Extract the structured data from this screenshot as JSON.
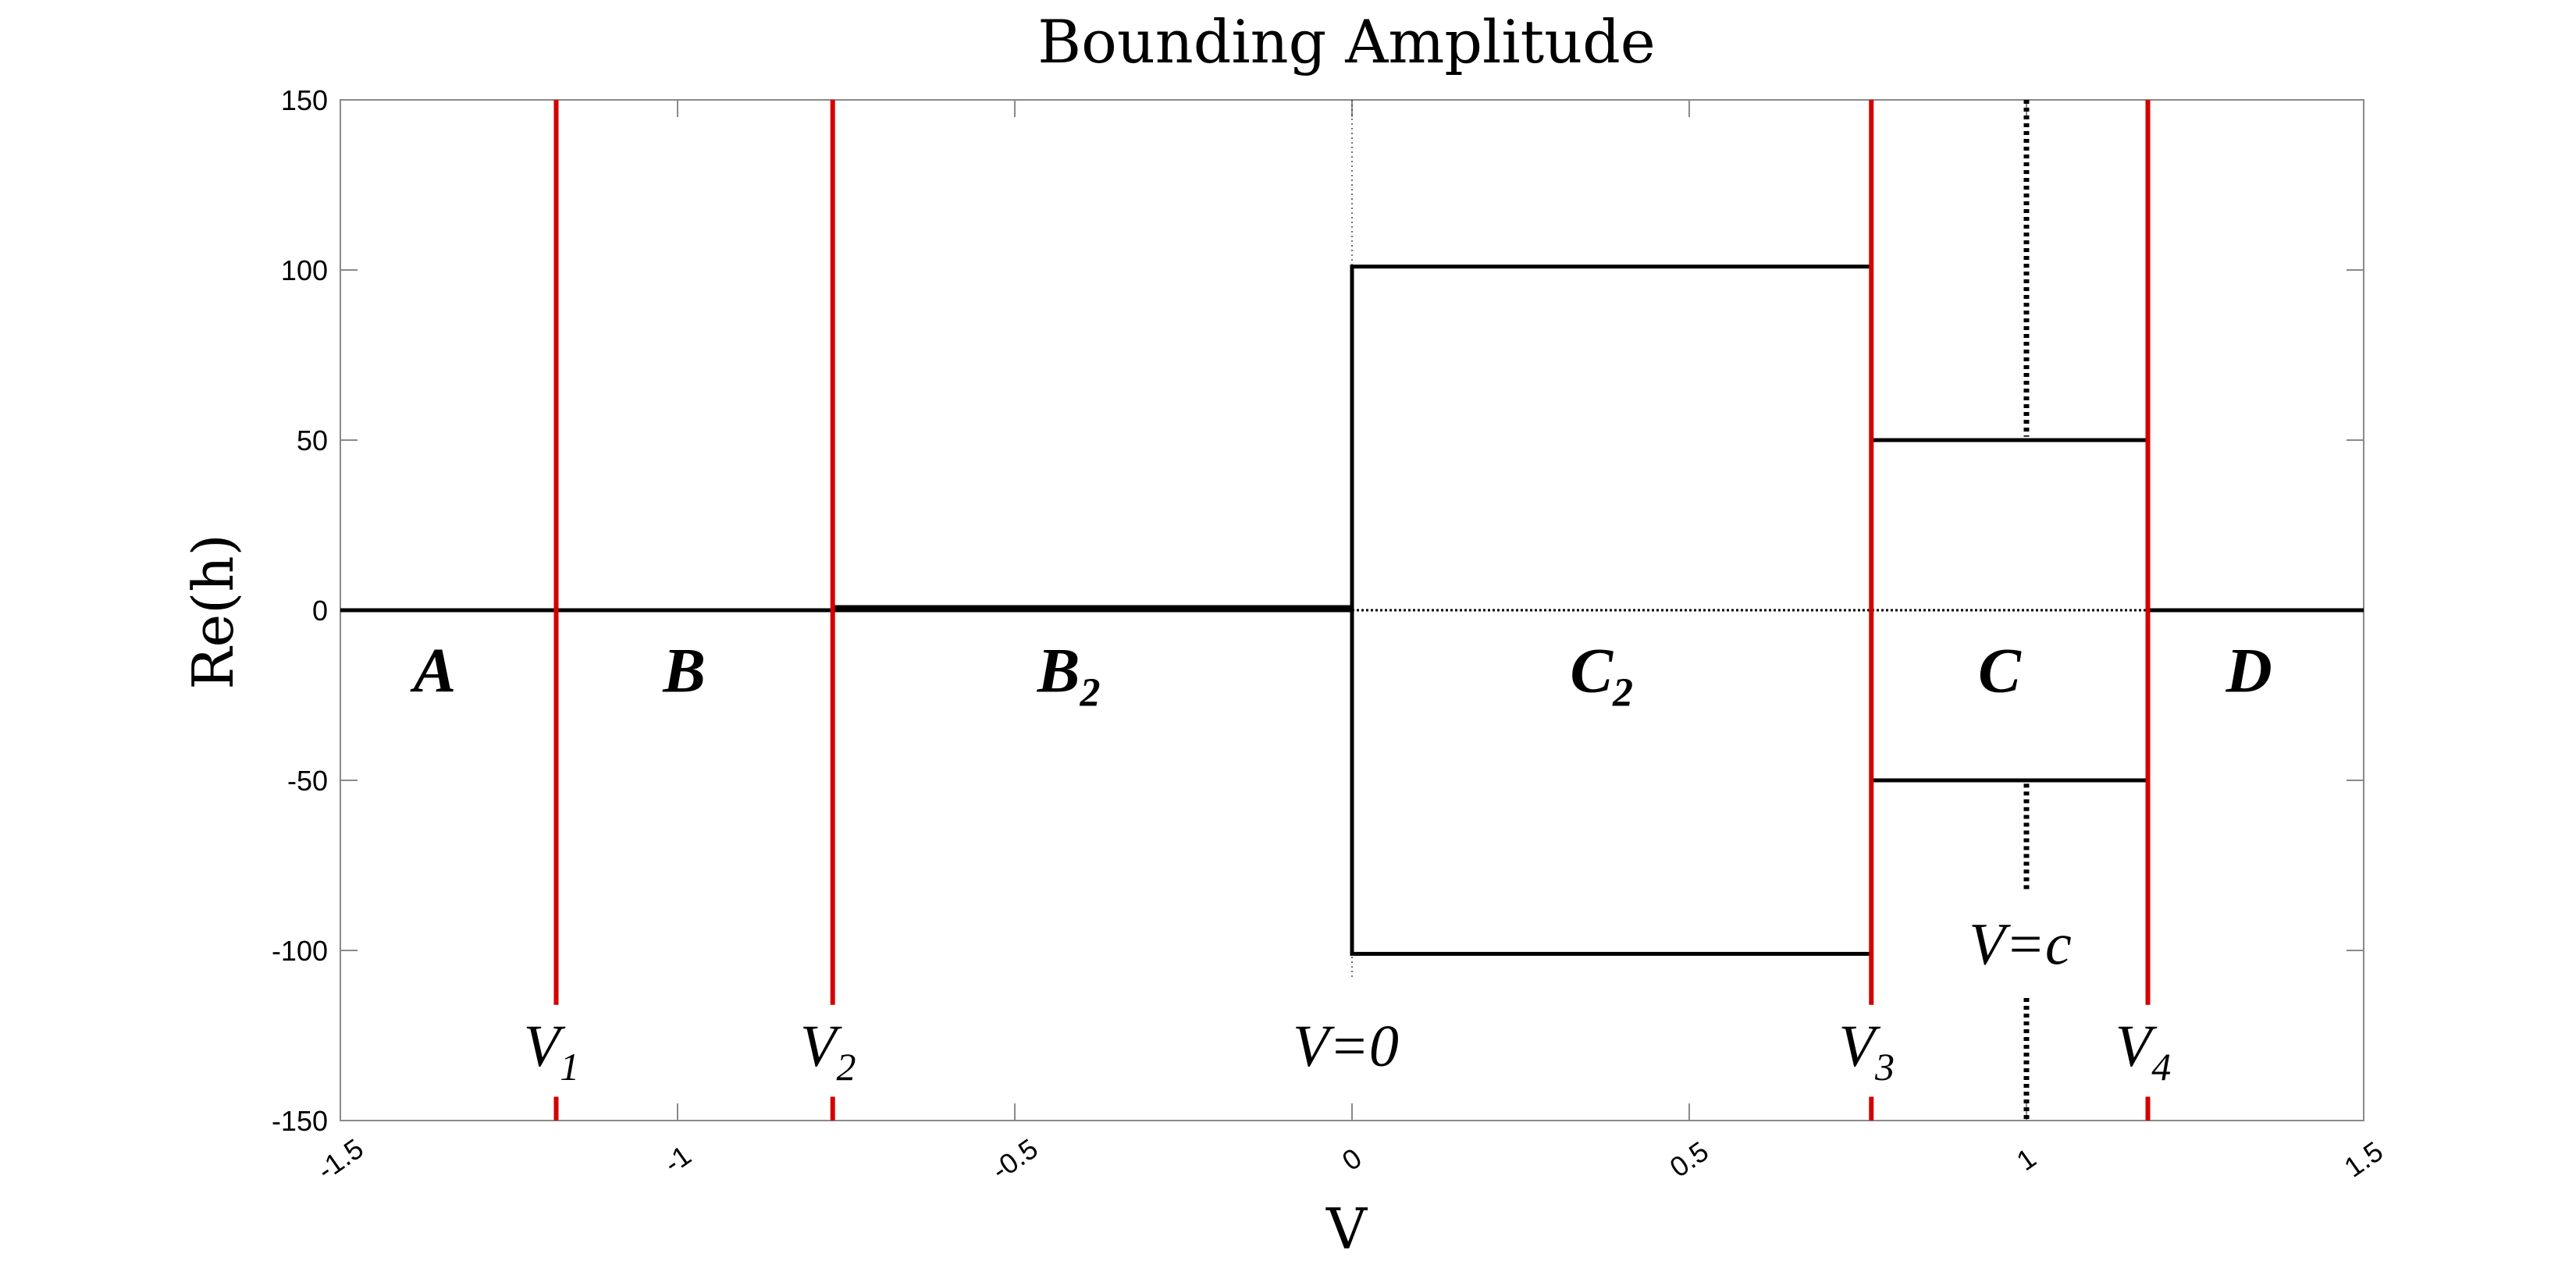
{
  "chart_data": {
    "type": "line",
    "title": "Bounding Amplitude",
    "xlabel": "V",
    "ylabel": "Re(h)",
    "xlim": [
      -1.5,
      1.5
    ],
    "ylim": [
      -150,
      150
    ],
    "x_ticks": [
      -1.5,
      -1,
      -0.5,
      0,
      0.5,
      1,
      1.5
    ],
    "x_tick_labels": [
      "-1.5",
      "-1",
      "-0.5",
      "0",
      "0.5",
      "1",
      "1.5"
    ],
    "y_ticks": [
      150,
      100,
      50,
      0,
      -50,
      -100,
      -150
    ],
    "y_tick_labels": [
      "150",
      "100",
      "50",
      "0",
      "-50",
      "-100",
      "-150"
    ],
    "grid": false,
    "colors": {
      "boundary_lines": "#d40000",
      "amplitude": "#000000"
    },
    "boundary_lines": [
      {
        "x": -1.18,
        "label": "V",
        "sub": "1"
      },
      {
        "x": -0.77,
        "label": "V",
        "sub": "2"
      },
      {
        "x": 0.77,
        "label": "V",
        "sub": "3"
      },
      {
        "x": 1.18,
        "label": "V",
        "sub": "4"
      }
    ],
    "reference_lines": [
      {
        "x": 0,
        "label": "V=0"
      },
      {
        "x": 1,
        "label": "V=c"
      }
    ],
    "regions": [
      {
        "label": "A",
        "sub": "",
        "x": -1.36
      },
      {
        "label": "B",
        "sub": "",
        "x": -0.99
      },
      {
        "label": "B",
        "sub": "2",
        "x": -0.42
      },
      {
        "label": "C",
        "sub": "2",
        "x": 0.37
      },
      {
        "label": "C",
        "sub": "",
        "x": 0.96
      },
      {
        "label": "D",
        "sub": "",
        "x": 1.33
      }
    ],
    "series": [
      {
        "values": [
          {
            "x": -1.5,
            "y": 0
          },
          {
            "x": -1.18,
            "y": 0
          },
          {
            "x": -0.77,
            "y": 0
          },
          {
            "x": 0,
            "y": 0
          },
          {
            "x": 0,
            "y": 101
          },
          {
            "x": 0.77,
            "y": 101
          },
          {
            "x": 0.77,
            "y": 50
          },
          {
            "x": 1.18,
            "y": 50
          },
          {
            "x": 1.18,
            "y": 0
          },
          {
            "x": 1.5,
            "y": 0
          }
        ]
      },
      {
        "values": [
          {
            "x": 0,
            "y": 0
          },
          {
            "x": 0,
            "y": -101
          },
          {
            "x": 0.77,
            "y": -101
          },
          {
            "x": 0.77,
            "y": -50
          },
          {
            "x": 1.18,
            "y": -50
          },
          {
            "x": 1.18,
            "y": 0
          }
        ]
      }
    ]
  }
}
